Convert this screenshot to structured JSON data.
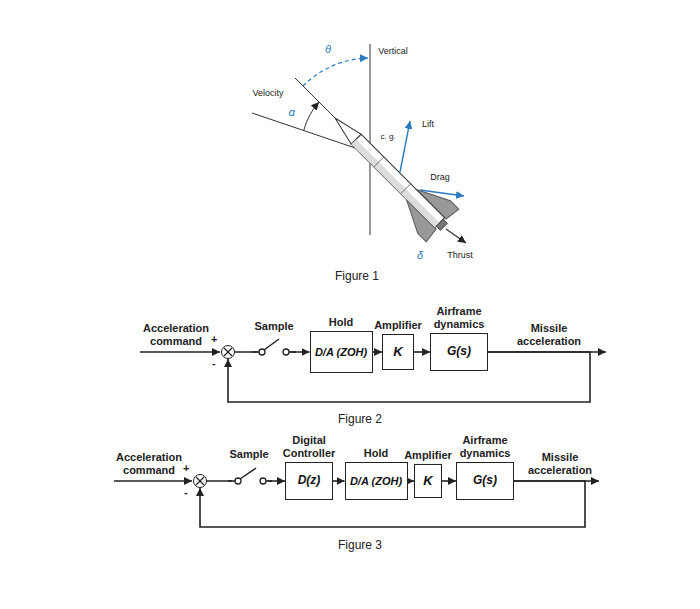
{
  "diagram": {
    "nodes": [
      {
        "text": [
          "+",
          "-"
        ]
      },
      {
        "text": [
          "Hold",
          "D/A (ZOH)"
        ]
      },
      {
        "text": [
          "Amplifier",
          "K"
        ]
      },
      {
        "text": [
          "Airframe dynamics",
          "G(s)"
        ]
      },
      {
        "text": [
          "+",
          "-"
        ]
      },
      {
        "text": [
          "Digital Controller",
          "D(z)"
        ]
      },
      {
        "text": [
          "Hold",
          "D/A (ZOH)"
        ]
      },
      {
        "text": [
          "Amplifier",
          "K"
        ]
      },
      {
        "text": [
          "Airframe dynamics",
          "G(s)"
        ]
      }
    ],
    "edges": [
      {
        "from": 0,
        "to": 1,
        "arrow": "to"
      },
      {
        "from": 1,
        "to": 2,
        "arrow": "to"
      },
      {
        "from": 2,
        "to": 3,
        "arrow": "to"
      },
      {
        "from": 3,
        "to": 0,
        "arrow": "to"
      },
      {
        "from": 4,
        "to": 5,
        "arrow": "to"
      },
      {
        "from": 5,
        "to": 6,
        "arrow": "to"
      },
      {
        "from": 6,
        "to": 7,
        "arrow": "to"
      },
      {
        "from": 7,
        "to": 8,
        "arrow": "to"
      },
      {
        "from": 8,
        "to": 4,
        "arrow": "to"
      }
    ],
    "labels": [
      "Vertical",
      "Velocity",
      "θ",
      "α",
      "c. g.",
      "Lift",
      "Drag",
      "δ",
      "Thrust",
      "Figure 1",
      "Acceleration command",
      "Sample",
      "Missile acceleration",
      "Figure 2",
      "Acceleration command",
      "Sample",
      "Missile acceleration",
      "Figure 3"
    ]
  }
}
